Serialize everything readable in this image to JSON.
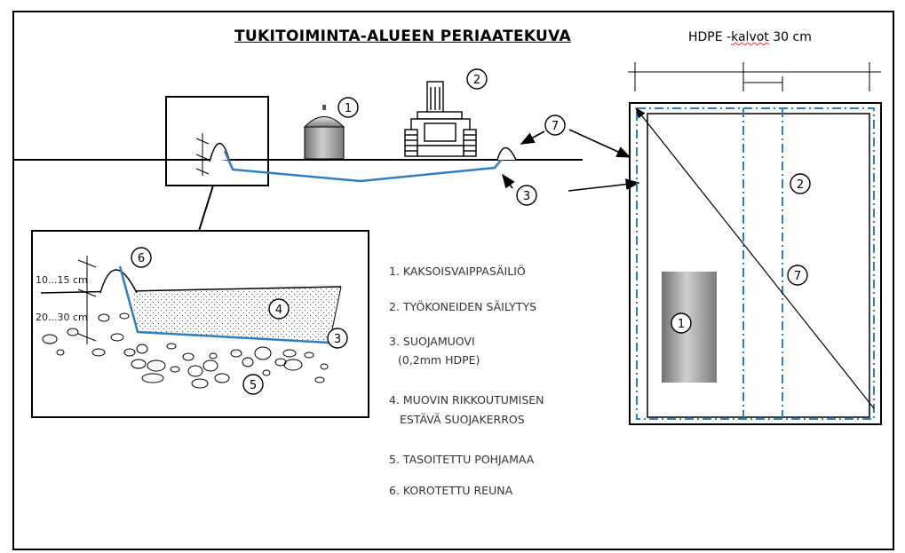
{
  "title": "TUKITOIMINTA-ALUEEN  PERIAATEKUVA",
  "hdpe_label": {
    "prefix": "HDPE -",
    "squiggle": "kalvot",
    "suffix": " 30 cm"
  },
  "dimension_labels": {
    "top": "10...15 cm",
    "bottom": "20...30 cm"
  },
  "legend": [
    "1. KAKSOISVAIPPASÄILIÖ",
    "2. TYÖKONEIDEN SÄILYTYS",
    "3. SUOJAMUOVI",
    "(0,2mm HDPE)",
    "4. MUOVIN RIKKOUTUMISEN",
    "ESTÄVÄ SUOJAKERROS",
    "5. TASOITETTU POHJAMAA",
    "6. KOROTETTU REUNA"
  ],
  "markers": {
    "tank_top": "1",
    "machine_top": "2",
    "edge_top": "7",
    "film_top": "3",
    "inset_edge": "6",
    "inset_layer": "4",
    "inset_film": "3",
    "inset_ground": "5",
    "plan_machine": "2",
    "plan_diagonal": "7",
    "plan_tank": "1"
  },
  "colors": {
    "membrane": "#2f7fc1",
    "line": "#000000",
    "tank": "#8c8c8c"
  }
}
